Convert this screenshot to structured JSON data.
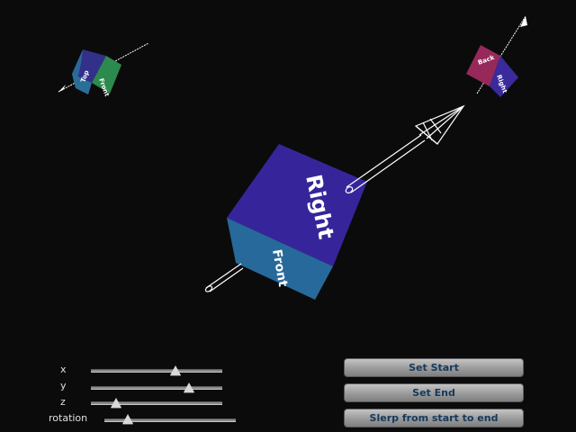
{
  "scene": {
    "cubes": {
      "top_left": {
        "faces": [
          "Top",
          "Front"
        ],
        "colors": {
          "top": "#33308a",
          "front": "#2a6f9a",
          "right": "#2d8a4e"
        }
      },
      "center": {
        "faces": [
          "Right",
          "Front"
        ],
        "colors": {
          "right": "#36259a",
          "front": "#27699a"
        }
      },
      "top_right": {
        "faces": [
          "Back",
          "Right"
        ],
        "colors": {
          "back": "#96295a",
          "right": "#3a2a9c"
        }
      }
    },
    "arrow_color": "#ffffff",
    "background": "#0b0b0b"
  },
  "controls": {
    "sliders": [
      {
        "label": "x",
        "value": 0.64
      },
      {
        "label": "y",
        "value": 0.75
      },
      {
        "label": "z",
        "value": 0.19
      },
      {
        "label": "rotation",
        "value": 0.18
      }
    ],
    "buttons": {
      "set_start": "Set Start",
      "set_end": "Set End",
      "slerp": "Slerp from start to end"
    }
  }
}
